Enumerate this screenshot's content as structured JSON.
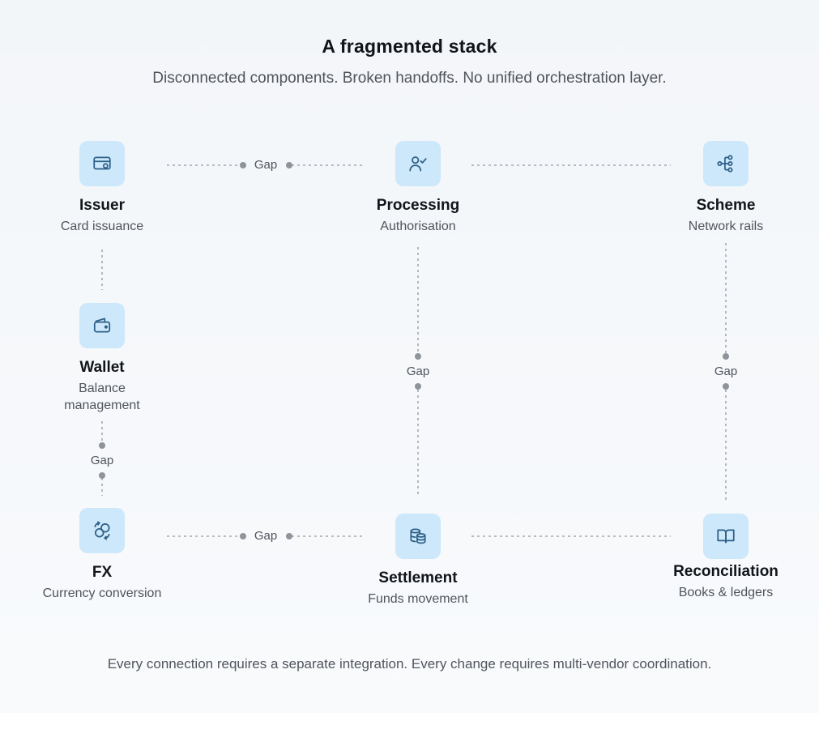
{
  "header": {
    "title": "A fragmented stack",
    "subtitle": "Disconnected components. Broken handoffs. No unified orchestration layer."
  },
  "nodes": {
    "issuer": {
      "name": "Issuer",
      "desc": "Card issuance",
      "icon": "credit-card-icon"
    },
    "processing": {
      "name": "Processing",
      "desc": "Authorisation",
      "icon": "user-check-icon"
    },
    "scheme": {
      "name": "Scheme",
      "desc": "Network rails",
      "icon": "network-icon"
    },
    "wallet": {
      "name": "Wallet",
      "desc": "Balance management",
      "icon": "wallet-icon"
    },
    "fx": {
      "name": "FX",
      "desc": "Currency conversion",
      "icon": "currency-exchange-icon"
    },
    "settlement": {
      "name": "Settlement",
      "desc": "Funds movement",
      "icon": "database-icon"
    },
    "reconciliation": {
      "name": "Reconciliation",
      "desc": "Books & ledgers",
      "icon": "book-icon"
    }
  },
  "gaps": {
    "issuer_processing": "Gap",
    "processing_settlement": "Gap",
    "scheme_reconciliation": "Gap",
    "wallet_fx": "Gap",
    "fx_settlement": "Gap"
  },
  "footer": {
    "note": "Every connection requires a separate integration. Every change requires multi-vendor coordination."
  },
  "colors": {
    "icon_background": "#cde7fb",
    "icon_stroke": "#2c5f86",
    "connector": "#a4a9af"
  }
}
